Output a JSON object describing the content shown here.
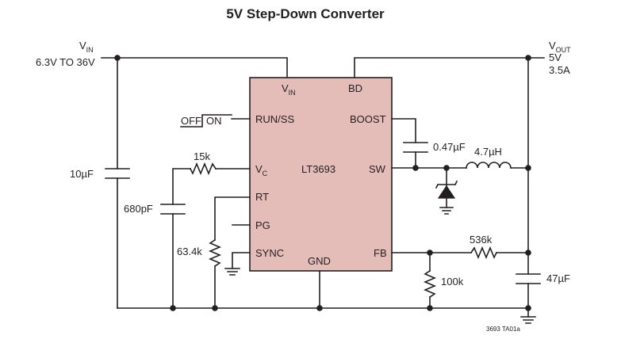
{
  "title": "5V Step-Down Converter",
  "input": {
    "name": "V",
    "sub": "IN",
    "range": "6.3V TO 36V"
  },
  "output": {
    "name": "V",
    "sub": "OUT",
    "voltage": "5V",
    "current": "3.5A"
  },
  "ic": {
    "part": "LT3693",
    "fill_color": "#e4bcb8",
    "pins": {
      "vin": {
        "name": "V",
        "sub": "IN"
      },
      "bd": "BD",
      "run_ss": "RUN/SS",
      "boost": "BOOST",
      "vc": {
        "name": "V",
        "sub": "C"
      },
      "sw": "SW",
      "rt": "RT",
      "pg": "PG",
      "sync": "SYNC",
      "gnd": "GND",
      "fb": "FB"
    }
  },
  "switch": {
    "off": "OFF",
    "on": "ON"
  },
  "components": {
    "c_in": "10µF",
    "c_comp": "680pF",
    "r_comp": "15k",
    "r_t": "63.4k",
    "c_boost": "0.47µF",
    "inductor": "4.7µH",
    "r_fb_top": "536k",
    "r_fb_bottom": "100k",
    "c_out": "47µF"
  },
  "figure_code": "3693 TA01a"
}
